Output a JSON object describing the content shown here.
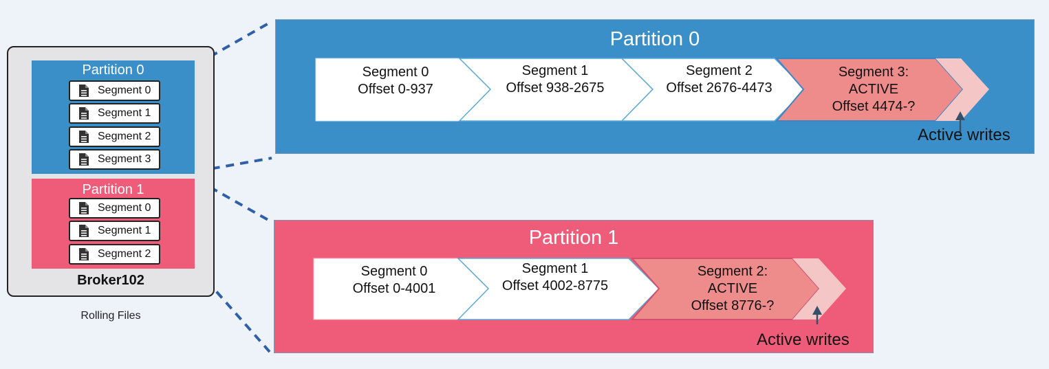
{
  "broker": {
    "name": "Broker102",
    "caption": "Rolling Files",
    "partitions": [
      {
        "title": "Partition 0",
        "color": "#3b8fc9",
        "files": [
          "Segment 0",
          "Segment 1",
          "Segment 2",
          "Segment 3"
        ]
      },
      {
        "title": "Partition 1",
        "color": "#ef5c7a",
        "files": [
          "Segment 0",
          "Segment 1",
          "Segment 2"
        ]
      }
    ]
  },
  "partition0": {
    "title": "Partition 0",
    "color": "#3b8fc9",
    "active_color": "#ee8c8c",
    "segments": [
      {
        "line1": "Segment 0",
        "line2": "Offset 0-937"
      },
      {
        "line1": "Segment 1",
        "line2": "Offset 938-2675"
      },
      {
        "line1": "Segment 2",
        "line2": "Offset 2676-4473"
      },
      {
        "line1": "Segment 3:",
        "line2": "ACTIVE",
        "line3": "Offset 4474-?"
      }
    ],
    "active_writes": "Active writes"
  },
  "partition1": {
    "title": "Partition 1",
    "color": "#ef5c7a",
    "active_color": "#ee8c8c",
    "segments": [
      {
        "line1": "Segment 0",
        "line2": "Offset 0-4001"
      },
      {
        "line1": "Segment 1",
        "line2": "Offset 4002-8775"
      },
      {
        "line1": "Segment 2:",
        "line2": "ACTIVE",
        "line3": "Offset 8776-?"
      }
    ],
    "active_writes": "Active writes"
  }
}
